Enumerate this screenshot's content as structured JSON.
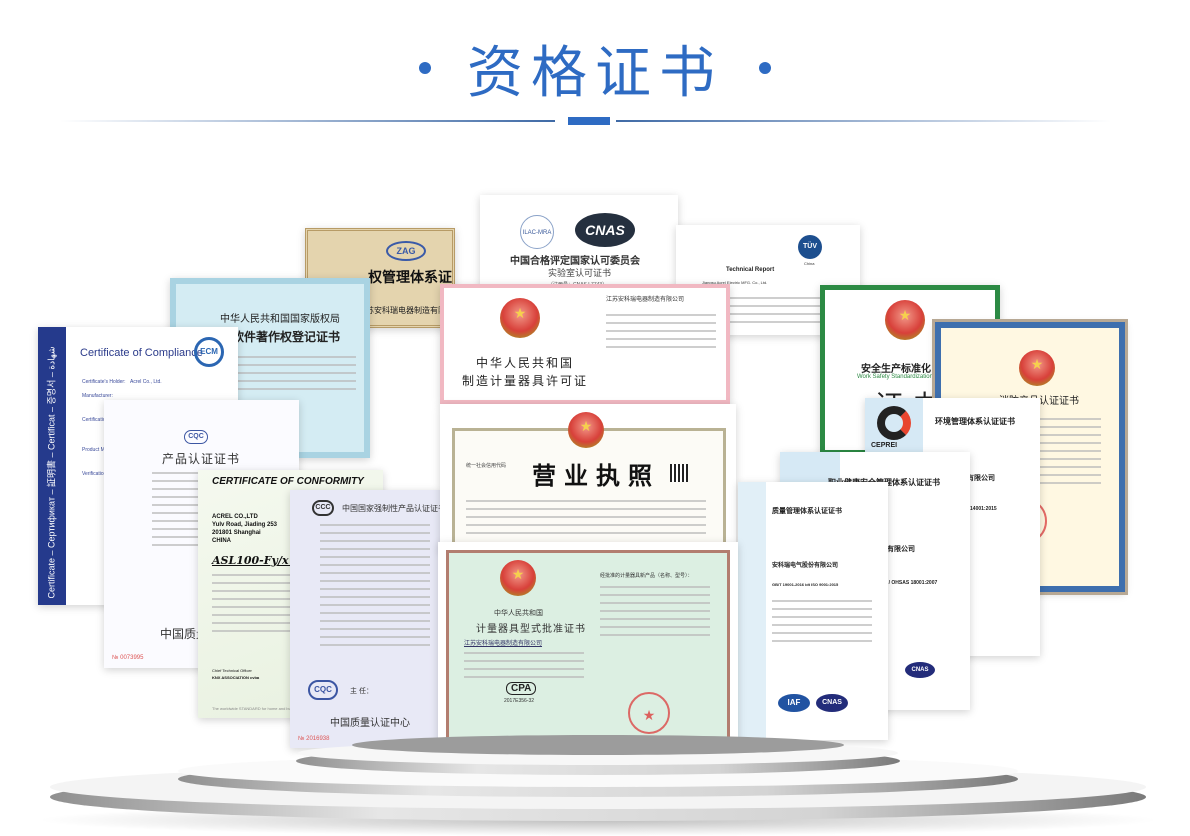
{
  "header": {
    "title": "资格证书",
    "accent_color": "#2e6bc3"
  },
  "certificates": {
    "cnas_lab": {
      "org": "中国合格评定国家认可委员会",
      "title": "实验室认可证书",
      "reg_no": "（注册号：CNAS L7743）",
      "logo_left": "ILAC-MRA",
      "logo_right": "CNAS"
    },
    "zag_ip": {
      "logo": "ZAG",
      "title": "权管理体系证",
      "company": "苏安科瑞电器制造有限公"
    },
    "tuv_report": {
      "title": "Technical Report",
      "company": "Jiangsu Acrel Electric MFG. Co., Ltd.",
      "logo": "TÜV",
      "logo_sub": "China"
    },
    "software_copyright": {
      "org": "中华人民共和国国家版权局",
      "title": "软件著作权登记证书"
    },
    "ecm": {
      "side_text": "Certificate – Сертификат – 証明書 – Certificat – 증명서 – شهادة",
      "title": "Certificate of Compliance",
      "badge": "ECM",
      "holder_label": "Certificate's Holder:",
      "holder_value": "Acrel Co., Ltd.",
      "manufacturer_label": "Manufacturer:",
      "certification_label": "Certification",
      "product_label": "Product Model(s):",
      "verification_label": "Verification"
    },
    "metrology_license": {
      "country": "中华人民共和国",
      "title": "制造计量器具许可证",
      "company": "江苏安科瑞电器制造有限公司"
    },
    "business_license": {
      "title": "营业执照",
      "code_label": "统一社会信用代码"
    },
    "safety_standard": {
      "title_cn": "安全生产标准化",
      "title_en": "Work Safety Standardization",
      "big": "证 书"
    },
    "fire_product": {
      "title": "消防产品认证证书"
    },
    "cqc_product": {
      "logo": "CQC",
      "title": "产品认证证书",
      "footer": "中国质量认证中心",
      "serial": "№ 0073995"
    },
    "conformity": {
      "title": "CERTIFICATE OF CONFORMITY",
      "company": "ACREL CO.,LTD",
      "addr1": "Yulv Road, Jiading 253",
      "addr2": "201801 Shanghai",
      "addr3": "CHINA",
      "product": "ASL100-Fy/x Switch sen",
      "signer": "Chief Technical Officer",
      "org": "KNX ASSOCIATION cvba",
      "footer": "The worldwide STANDARD for home and building control"
    },
    "ccc": {
      "logo": "CCC",
      "title": "中国国家强制性产品认证证书",
      "stamp_logo": "CQC",
      "director": "主 任：",
      "footer": "中国质量认证中心",
      "serial": "№ 2016938"
    },
    "pattern_approval": {
      "country": "中华人民共和国",
      "title": "计量器具型式批准证书",
      "company": "江苏安科瑞电器制造有限公司",
      "mark": "CPA",
      "mark_no": "2017E356-32",
      "right_header": "经批准的计量器具新产品（名称、型号）："
    },
    "env_mgmt": {
      "logo": "CEPREI",
      "title": "环境管理体系认证证书",
      "company": "份有限公司",
      "std": "ISO 14001:2015"
    },
    "ohs_mgmt": {
      "title": "职业健康安全管理体系认证证书",
      "company": "份有限公司",
      "std": "GB/T 28001 / OHSAS 18001:2007"
    },
    "quality_mgmt": {
      "title": "质量管理体系认证证书",
      "company": "安科瑞电气股份有限公司",
      "std": "GB/T 19001-2016 idt ISO 9001:2015",
      "logo1": "IAF",
      "logo2": "CNAS"
    }
  }
}
